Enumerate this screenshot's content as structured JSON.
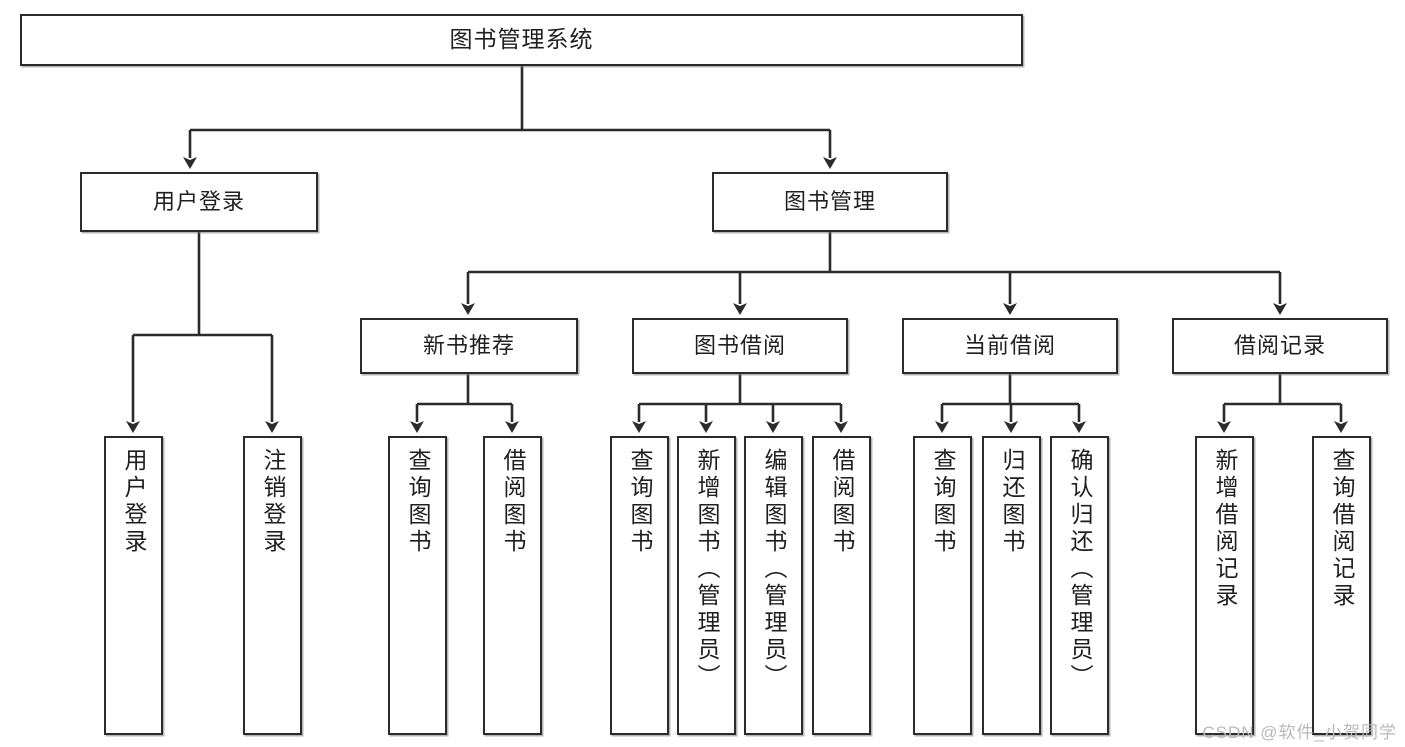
{
  "diagram": {
    "type": "tree",
    "title": "图书管理系统",
    "root": {
      "label": "图书管理系统"
    },
    "level2": [
      {
        "label": "用户登录"
      },
      {
        "label": "图书管理"
      }
    ],
    "level3": [
      {
        "label": "新书推荐"
      },
      {
        "label": "图书借阅"
      },
      {
        "label": "当前借阅"
      },
      {
        "label": "借阅记录"
      }
    ],
    "leaves": {
      "user_login": [
        {
          "label": "用户登录"
        },
        {
          "label": "注销登录"
        }
      ],
      "new_book_recommend": [
        {
          "label": "查询图书"
        },
        {
          "label": "借阅图书"
        }
      ],
      "book_borrow": [
        {
          "label": "查询图书"
        },
        {
          "label": "新增图书（管理员）"
        },
        {
          "label": "编辑图书（管理员）"
        },
        {
          "label": "借阅图书"
        }
      ],
      "current_borrow": [
        {
          "label": "查询图书"
        },
        {
          "label": "归还图书"
        },
        {
          "label": "确认归还（管理员）"
        }
      ],
      "borrow_record": [
        {
          "label": "新增借阅记录"
        },
        {
          "label": "查询借阅记录"
        }
      ]
    }
  },
  "watermark": {
    "text": "CSDN @软件_小贺同学"
  },
  "colors": {
    "box_border": "#2b2b2b",
    "line": "#2b2b2b",
    "background": "#ffffff",
    "text": "#1f1f1f",
    "watermark": "#b9b9b9"
  }
}
